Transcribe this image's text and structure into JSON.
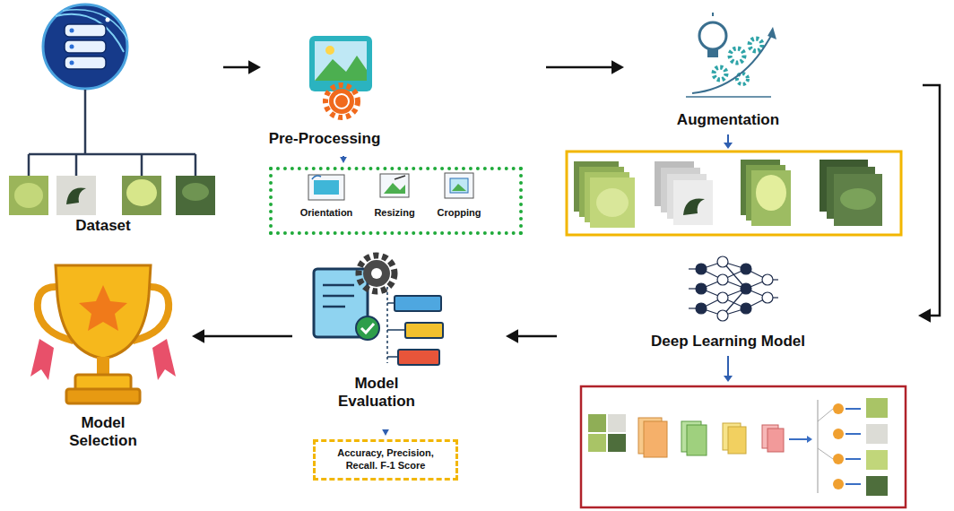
{
  "diagram": {
    "nodes": [
      {
        "text": [
          "Dataset"
        ]
      },
      {
        "text": [
          "Pre-Processing"
        ]
      },
      {
        "text": [
          "Orientation",
          "Resizing",
          "Cropping"
        ]
      },
      {
        "text": [
          "Augmentation"
        ]
      },
      {
        "text": [
          "Deep Learning Model"
        ]
      },
      {
        "text": [
          "Model Evaluation"
        ]
      },
      {
        "text": [
          "Accuracy, Precision, Recall. F-1 Score"
        ]
      },
      {
        "text": [
          "Model Selection"
        ]
      }
    ],
    "edges": [
      {
        "from": 0,
        "to": 1,
        "arrow": "to"
      },
      {
        "from": 1,
        "to": 2,
        "arrow": "to"
      },
      {
        "from": 1,
        "to": 3,
        "arrow": "to"
      },
      {
        "from": 3,
        "to": 4,
        "arrow": "to"
      },
      {
        "from": 4,
        "to": 5,
        "arrow": "to"
      },
      {
        "from": 5,
        "to": 6,
        "arrow": "to"
      },
      {
        "from": 5,
        "to": 7,
        "arrow": "to"
      }
    ]
  }
}
